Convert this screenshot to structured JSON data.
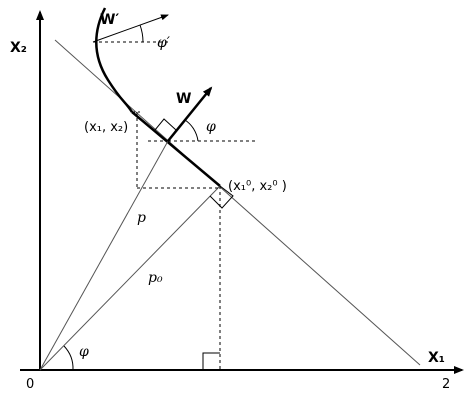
{
  "labels": {
    "x2_axis": "X₂",
    "x1_axis": "X₁",
    "origin": "0",
    "x_tick_end": "2",
    "w": "W",
    "w_prime": "W′",
    "phi": "φ",
    "phi_prime": "φ′",
    "p": "p",
    "p0": "p₀",
    "point_x": "(x₁, x₂)",
    "point_x0": "(x₁⁰, x₂⁰ )"
  }
}
